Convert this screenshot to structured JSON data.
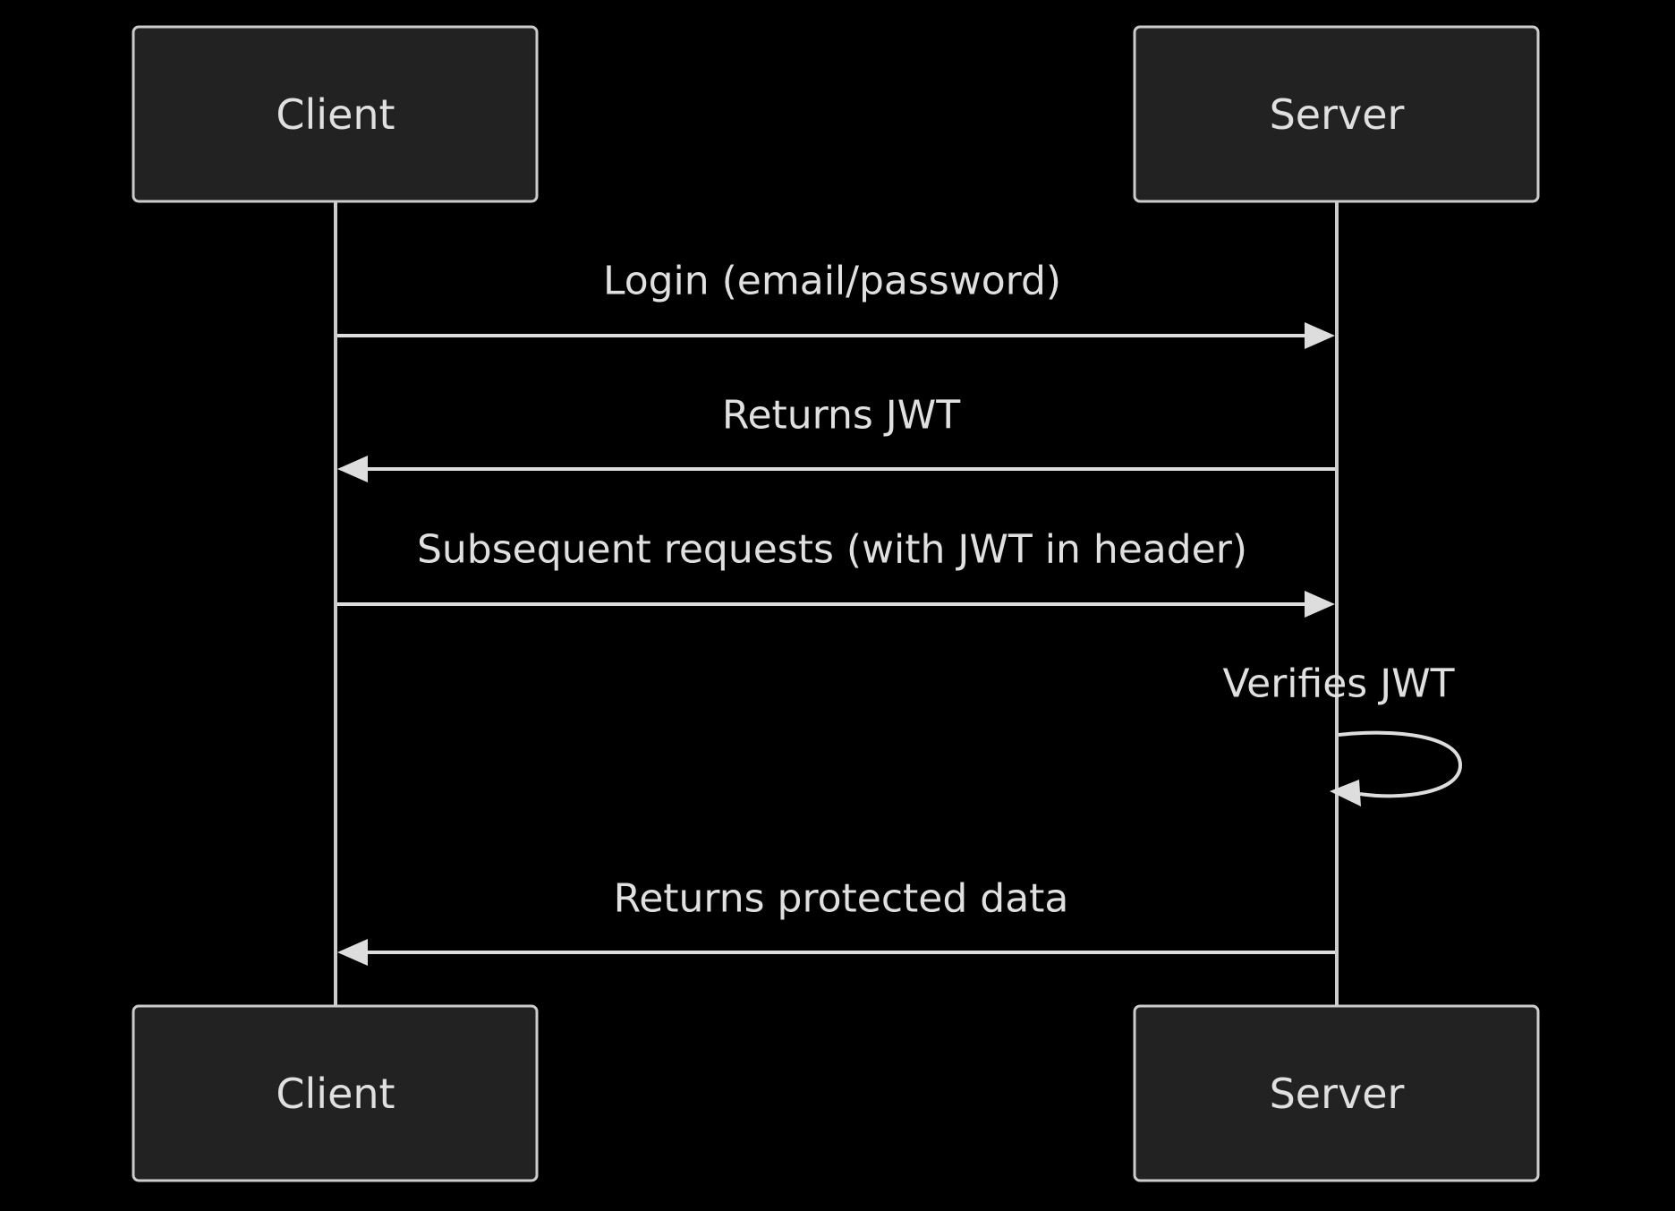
{
  "diagram": {
    "type": "sequence",
    "participants": [
      {
        "id": "client",
        "label": "Client"
      },
      {
        "id": "server",
        "label": "Server"
      }
    ],
    "messages": [
      {
        "from": "client",
        "to": "server",
        "label": "Login (email/password)"
      },
      {
        "from": "server",
        "to": "client",
        "label": "Returns JWT"
      },
      {
        "from": "client",
        "to": "server",
        "label": "Subsequent requests (with JWT in header)"
      },
      {
        "from": "server",
        "to": "server",
        "label": "Verifies JWT"
      },
      {
        "from": "server",
        "to": "client",
        "label": "Returns protected data"
      }
    ],
    "colors": {
      "background": "#000000",
      "actor_fill": "#222222",
      "actor_stroke": "#cccccc",
      "line": "#dddddd",
      "text": "#e0e0e0"
    }
  }
}
